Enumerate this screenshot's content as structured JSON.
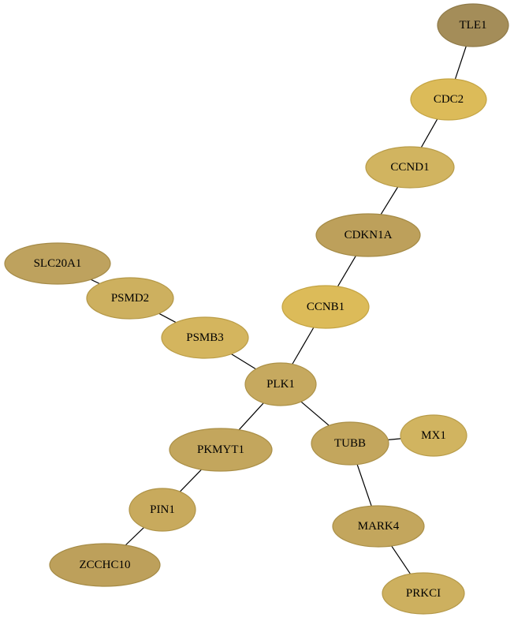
{
  "graph": {
    "nodes": [
      {
        "id": "TLE1",
        "label": "TLE1",
        "fill": "#a48d59",
        "stroke": "#8f7a48"
      },
      {
        "id": "CDC2",
        "label": "CDC2",
        "fill": "#dcbb59",
        "stroke": "#c4a443"
      },
      {
        "id": "CCND1",
        "label": "CCND1",
        "fill": "#d1b460",
        "stroke": "#b89c49"
      },
      {
        "id": "CDKN1A",
        "label": "CDKN1A",
        "fill": "#bda05b",
        "stroke": "#a48a45"
      },
      {
        "id": "CCNB1",
        "label": "CCNB1",
        "fill": "#dcbb59",
        "stroke": "#c4a443"
      },
      {
        "id": "PLK1",
        "label": "PLK1",
        "fill": "#c6a95f",
        "stroke": "#ad9248"
      },
      {
        "id": "SLC20A1",
        "label": "SLC20A1",
        "fill": "#bea25e",
        "stroke": "#a58b48"
      },
      {
        "id": "PSMD2",
        "label": "PSMD2",
        "fill": "#cdb05f",
        "stroke": "#b49848"
      },
      {
        "id": "PSMB3",
        "label": "PSMB3",
        "fill": "#d4b55e",
        "stroke": "#bb9d47"
      },
      {
        "id": "PKMYT1",
        "label": "PKMYT1",
        "fill": "#c3a65d",
        "stroke": "#aa8f47"
      },
      {
        "id": "TUBB",
        "label": "TUBB",
        "fill": "#c3a65d",
        "stroke": "#aa8f47"
      },
      {
        "id": "MX1",
        "label": "MX1",
        "fill": "#d1b460",
        "stroke": "#b89c49"
      },
      {
        "id": "PIN1",
        "label": "PIN1",
        "fill": "#c8aa5d",
        "stroke": "#af9347"
      },
      {
        "id": "MARK4",
        "label": "MARK4",
        "fill": "#c3a65d",
        "stroke": "#aa8f47"
      },
      {
        "id": "ZCCHC10",
        "label": "ZCCHC10",
        "fill": "#bda05b",
        "stroke": "#a48a45"
      },
      {
        "id": "PRKCI",
        "label": "PRKCI",
        "fill": "#cdb05f",
        "stroke": "#b49848"
      }
    ],
    "edges": [
      {
        "source": "TLE1",
        "target": "CDC2"
      },
      {
        "source": "CDC2",
        "target": "CCND1"
      },
      {
        "source": "CCND1",
        "target": "CDKN1A"
      },
      {
        "source": "CDKN1A",
        "target": "CCNB1"
      },
      {
        "source": "CCNB1",
        "target": "PLK1"
      },
      {
        "source": "SLC20A1",
        "target": "PSMD2"
      },
      {
        "source": "PSMD2",
        "target": "PSMB3"
      },
      {
        "source": "PSMB3",
        "target": "PLK1"
      },
      {
        "source": "PLK1",
        "target": "PKMYT1"
      },
      {
        "source": "PLK1",
        "target": "TUBB"
      },
      {
        "source": "TUBB",
        "target": "MX1"
      },
      {
        "source": "TUBB",
        "target": "MARK4"
      },
      {
        "source": "PKMYT1",
        "target": "PIN1"
      },
      {
        "source": "PIN1",
        "target": "ZCCHC10"
      },
      {
        "source": "MARK4",
        "target": "PRKCI"
      }
    ]
  }
}
